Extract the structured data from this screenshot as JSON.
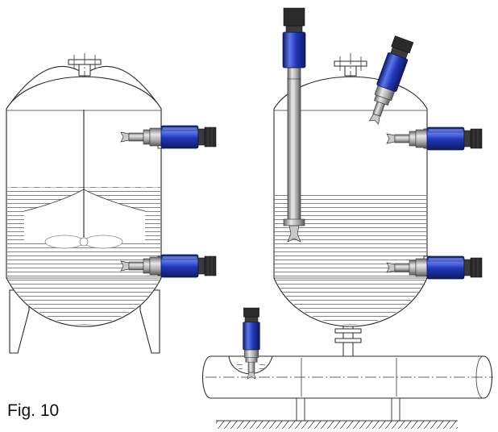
{
  "caption": "Fig. 10",
  "colors": {
    "sensor_body": "#1f36b8",
    "sensor_highlight": "#5d76e8",
    "sensor_dark": "#0e1a66",
    "connector": "#2a2a2a",
    "steel": "#b8b8b8",
    "liquid_dash": "#666666"
  },
  "icons": [
    "fork-level-sensor",
    "extension-tube",
    "agitator-blade",
    "pipeline"
  ]
}
